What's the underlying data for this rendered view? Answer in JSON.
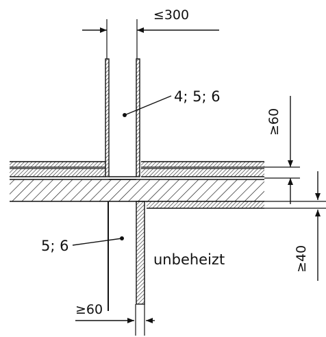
{
  "diagram": {
    "dimensions": {
      "top_gap": "≤300",
      "right_upper": "≥60",
      "right_lower": "≥40",
      "bottom_left": "≥60"
    },
    "labels": {
      "upper_pipe": "4; 5; 6",
      "lower_pipe": "5; 6",
      "zone": "unbeheizt"
    }
  }
}
